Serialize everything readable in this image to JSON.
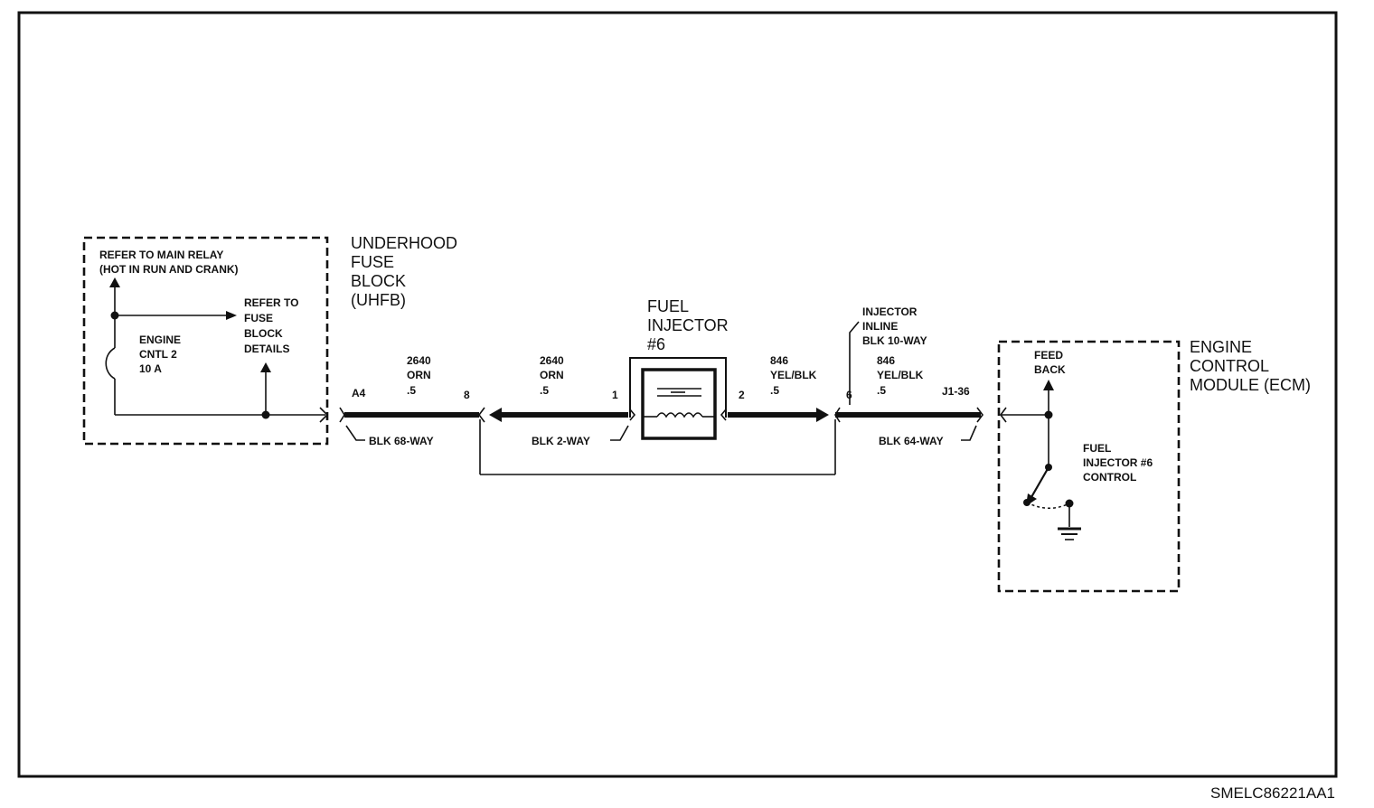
{
  "diagram": {
    "uhfb": {
      "title": [
        "UNDERHOOD",
        "FUSE",
        "BLOCK",
        "(UHFB)"
      ],
      "refer_main_relay": [
        "REFER TO MAIN RELAY",
        "(HOT IN RUN AND CRANK)"
      ],
      "fuse_label": [
        "ENGINE",
        "CNTL 2",
        "10 A"
      ],
      "refer_fuse_block": [
        "REFER TO",
        "FUSE",
        "BLOCK",
        "DETAILS"
      ]
    },
    "fuel_injector": {
      "title": [
        "FUEL",
        "INJECTOR",
        "#6"
      ]
    },
    "ecm": {
      "title": [
        "ENGINE",
        "CONTROL",
        "MODULE (ECM)"
      ],
      "feedback": [
        "FEED",
        "BACK"
      ],
      "control": [
        "FUEL",
        "INJECTOR #6",
        "CONTROL"
      ]
    },
    "inline_connector": [
      "INJECTOR",
      "INLINE",
      "BLK 10-WAY"
    ],
    "wire_left": [
      "2640",
      "ORN",
      ".5"
    ],
    "wire_mid": [
      "2640",
      "ORN",
      ".5"
    ],
    "wire_right_a": [
      "846",
      "YEL/BLK",
      ".5"
    ],
    "wire_right_b": [
      "846",
      "YEL/BLK",
      ".5"
    ],
    "pins": {
      "a4": "A4",
      "p8": "8",
      "p1": "1",
      "p2": "2",
      "p6": "6",
      "j1": "J1-36"
    },
    "connectors": {
      "blk68": "BLK 68-WAY",
      "blk2": "BLK 2-WAY",
      "blk64": "BLK 64-WAY"
    },
    "doc_id": "SMELC86221AA1"
  }
}
